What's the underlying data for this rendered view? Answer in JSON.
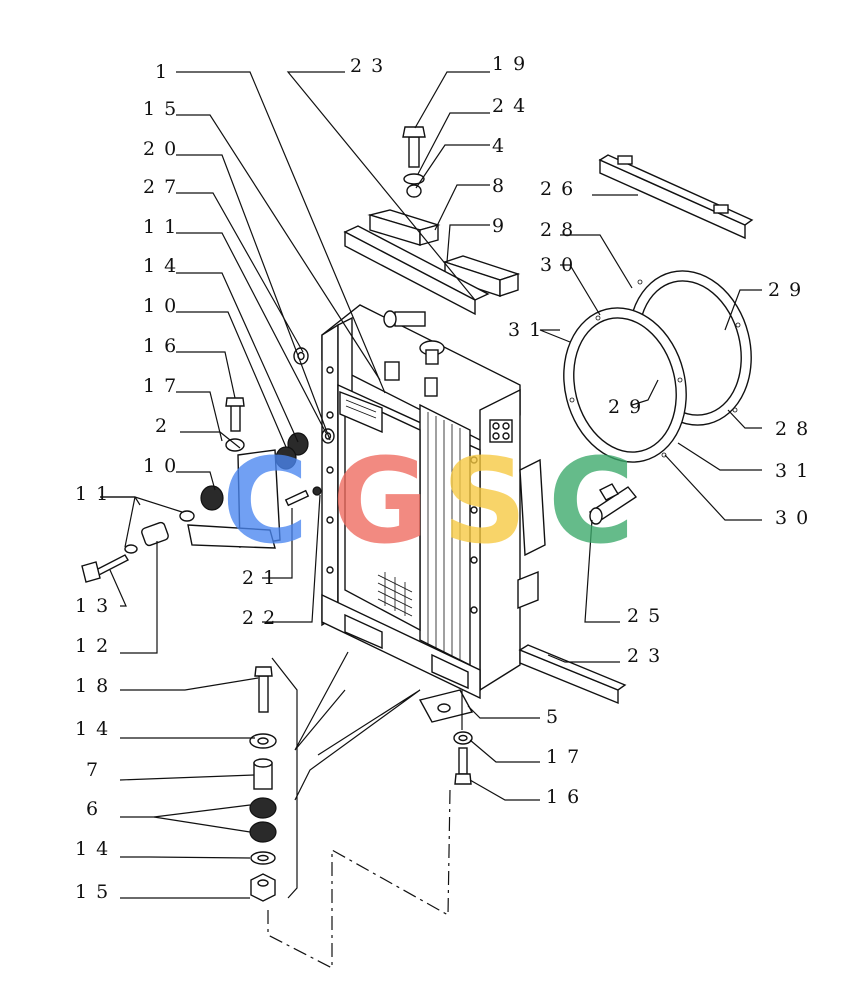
{
  "labels": {
    "l1": "1",
    "l23_top": "23",
    "l19": "19",
    "l15_top": "15",
    "l24": "24",
    "l20": "20",
    "l4": "4",
    "l27": "27",
    "l8": "8",
    "l26": "26",
    "l11_top": "11",
    "l9": "9",
    "l28_top": "28",
    "l14_top": "14",
    "l30_top": "30",
    "l10_top": "10",
    "l29_right": "29",
    "l31_left": "31",
    "l16_left": "16",
    "l17_left": "17",
    "l29_mid": "29",
    "l2": "2",
    "l28_right": "28",
    "l10_mid": "10",
    "l31_right": "31",
    "l11_left": "11",
    "l30_right": "30",
    "l21": "21",
    "l13": "13",
    "l22": "22",
    "l25": "25",
    "l12": "12",
    "l23_bottom": "23",
    "l18": "18",
    "l5": "5",
    "l14_mid": "14",
    "l17_bottom": "17",
    "l7": "7",
    "l16_bottom": "16",
    "l6": "6",
    "l14_bottom": "14",
    "l15_bottom": "15"
  },
  "watermark": {
    "letters": [
      "C",
      "G",
      "S",
      "C"
    ],
    "colors": [
      "#4a86f0",
      "#ef6a5e",
      "#f7c940",
      "#3aa96a"
    ]
  }
}
